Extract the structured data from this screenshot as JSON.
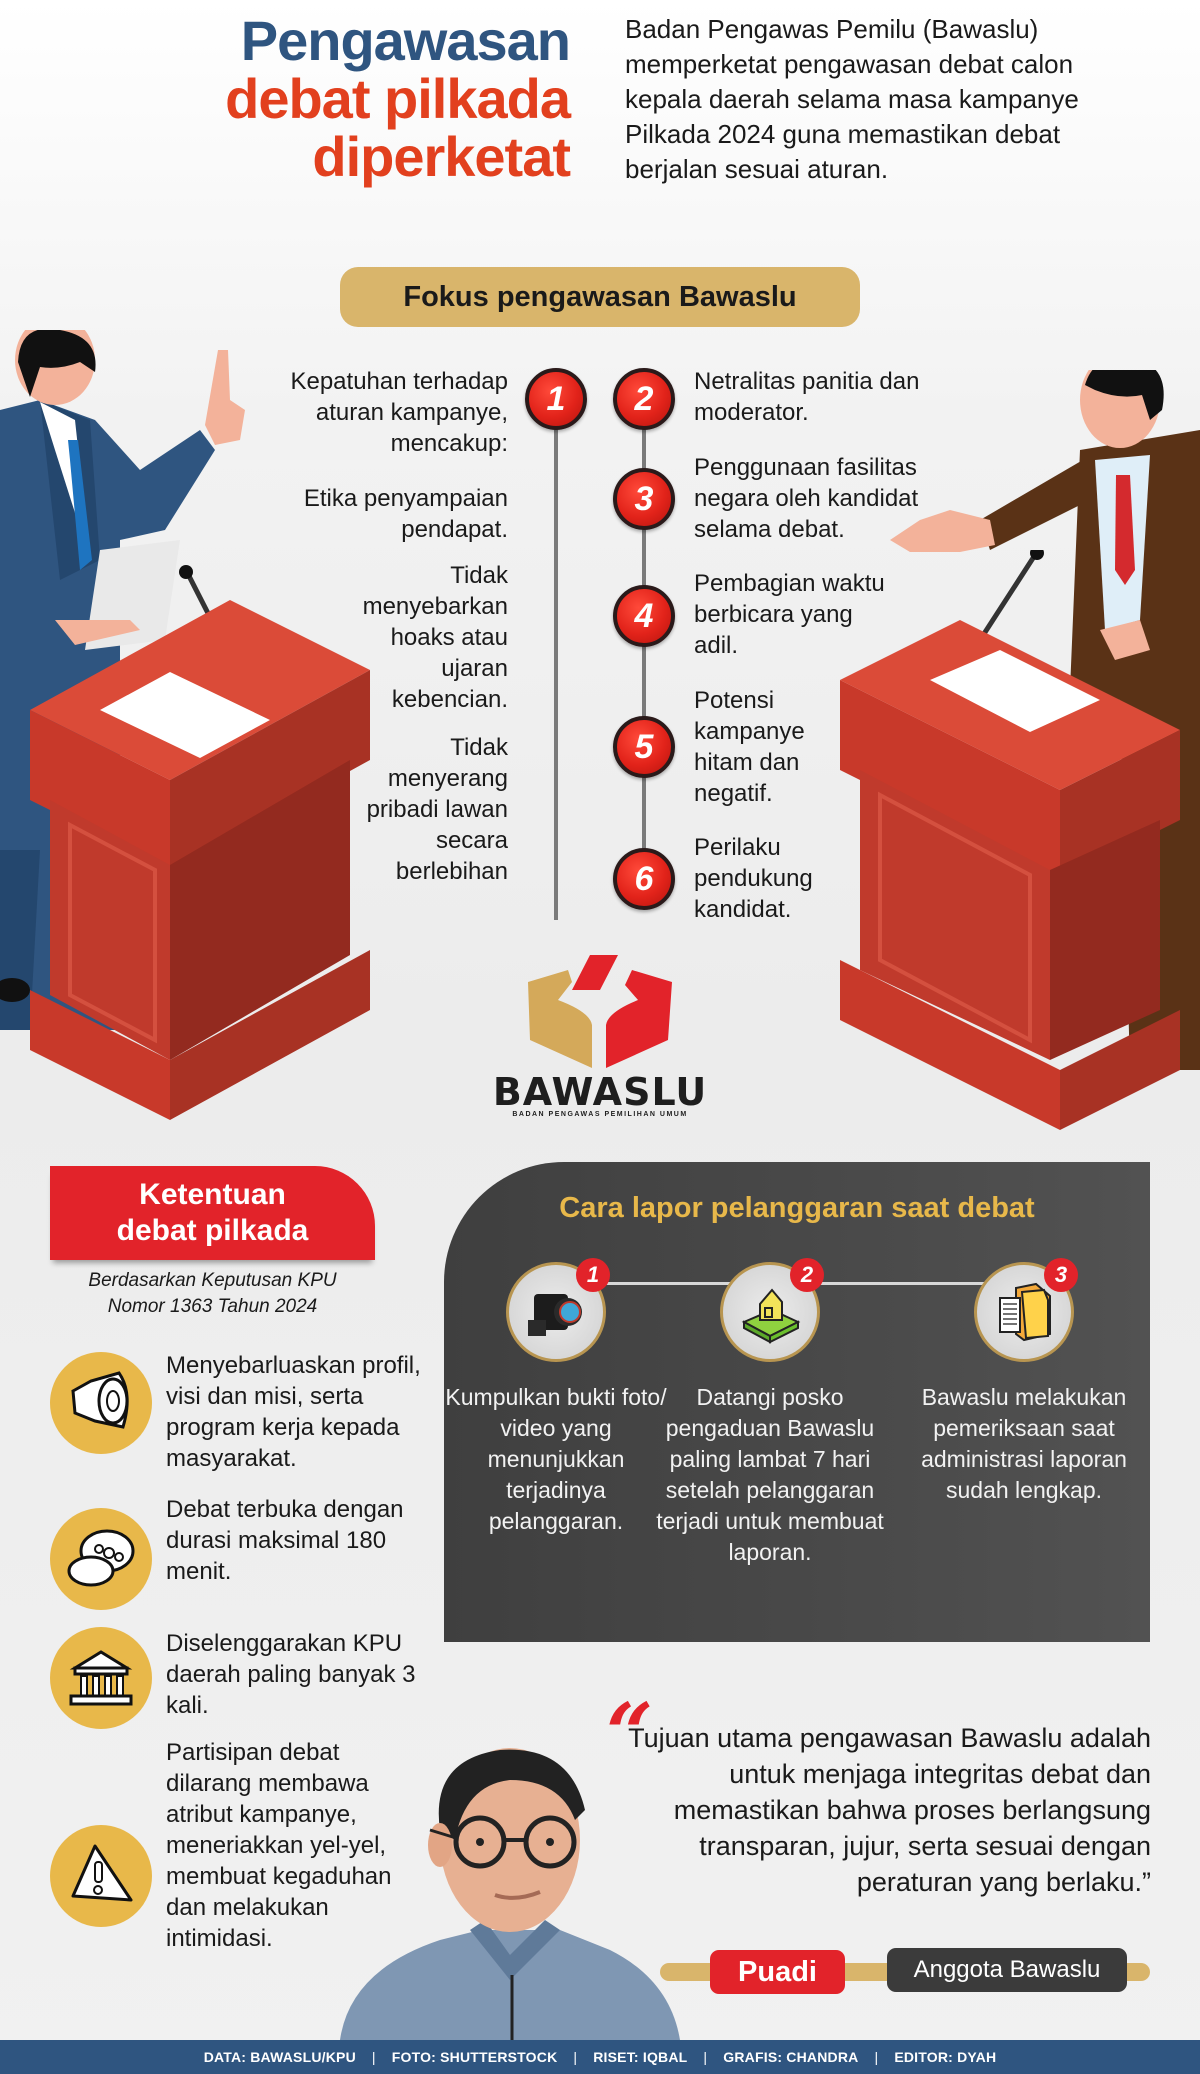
{
  "header": {
    "title_line1": "Pengawasan",
    "title_line2": "debat pilkada",
    "title_line3": "diperketat",
    "description": "Badan Pengawas Pemilu (Bawaslu) memperketat pengawasan debat calon kepala daerah selama masa kampanye Pilkada 2024 guna memastikan debat berjalan sesuai aturan."
  },
  "colors": {
    "title_blue": "#2f5580",
    "title_orange": "#e2401e",
    "accent_red": "#e2232a",
    "gold": "#d9b56b",
    "icon_gold": "#e8b84a",
    "dark_panel": "#454545",
    "footer_blue": "#2f5580"
  },
  "fokus": {
    "title": "Fokus pengawasan Bawaslu",
    "items": [
      {
        "number": "1",
        "text": "Kepatuhan terhadap aturan kampanye, mencakup:",
        "subitems": [
          "Etika penyampaian pendapat.",
          "Tidak menyebarkan hoaks atau ujaran kebencian.",
          "Tidak menyerang pribadi lawan secara berlebihan"
        ]
      },
      {
        "number": "2",
        "text": "Netralitas panitia dan moderator."
      },
      {
        "number": "3",
        "text": "Penggunaan fasilitas negara oleh kandidat selama debat."
      },
      {
        "number": "4",
        "text": "Pembagian waktu berbicara yang adil."
      },
      {
        "number": "5",
        "text": "Potensi kampanye hitam dan negatif."
      },
      {
        "number": "6",
        "text": "Perilaku pendukung kandidat."
      }
    ]
  },
  "logo": {
    "name": "BAWASLU",
    "subtitle": "BADAN PENGAWAS PEMILIHAN UMUM"
  },
  "ketentuan": {
    "title_line1": "Ketentuan",
    "title_line2": "debat pilkada",
    "source_line1": "Berdasarkan Keputusan KPU",
    "source_line2": "Nomor 1363 Tahun 2024",
    "items": [
      {
        "icon": "megaphone-icon",
        "text": "Menyebarluaskan profil, visi dan misi, serta program kerja kepada masyarakat."
      },
      {
        "icon": "chat-bubbles-icon",
        "text": "Debat terbuka dengan durasi maksimal 180 menit."
      },
      {
        "icon": "government-building-icon",
        "text": "Diselenggarakan KPU daerah paling banyak 3 kali."
      },
      {
        "icon": "warning-icon",
        "text": "Partisipan debat dilarang membawa atribut kampanye, meneriakkan yel-yel, membuat kegaduhan dan melakukan intimidasi."
      }
    ]
  },
  "lapor": {
    "title": "Cara lapor pelanggaran saat debat",
    "steps": [
      {
        "number": "1",
        "icon": "camera-icon",
        "text": "Kumpulkan bukti foto/ video yang menunjukkan terjadinya pelanggaran."
      },
      {
        "number": "2",
        "icon": "office-building-icon",
        "text": "Datangi posko pengaduan Bawaslu paling lambat 7 hari setelah pelanggaran terjadi untuk membuat laporan."
      },
      {
        "number": "3",
        "icon": "folder-documents-icon",
        "text": "Bawaslu melakukan pemeriksaan saat administrasi laporan sudah lengkap."
      }
    ]
  },
  "quote": {
    "mark": "“",
    "text": "Tujuan utama pengawasan Bawaslu adalah untuk menjaga integritas debat dan memastikan bahwa proses berlangsung transparan, jujur, serta sesuai dengan peraturan yang berlaku.”",
    "name": "Puadi",
    "role": "Anggota Bawaslu"
  },
  "footer": {
    "credits": [
      "DATA: BAWASLU/KPU",
      "FOTO: SHUTTERSTOCK",
      "RISET: IQBAL",
      "GRAFIS: CHANDRA",
      "EDITOR: DYAH"
    ]
  }
}
